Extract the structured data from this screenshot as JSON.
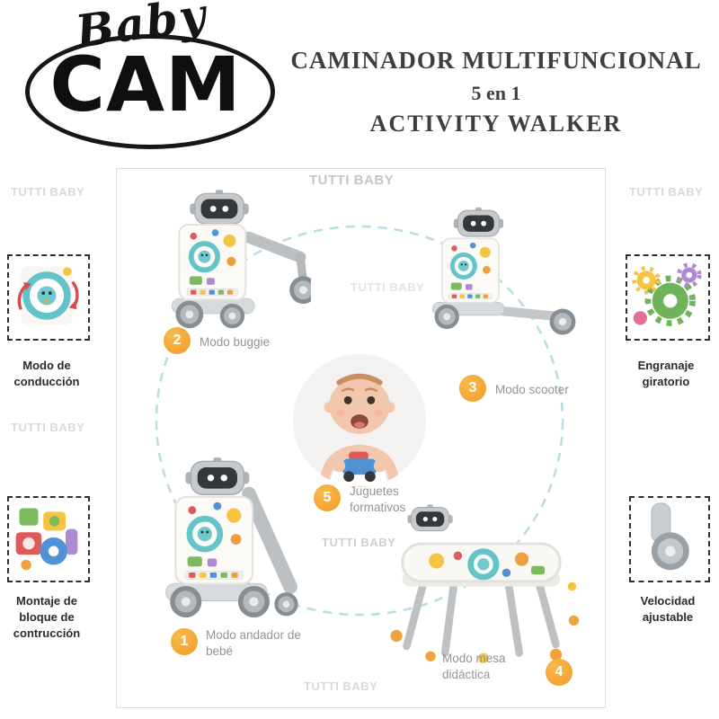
{
  "brand": {
    "script": "Baby",
    "name": "CAM"
  },
  "title": {
    "line1": "CAMINADOR  MULTIFUNCIONAL",
    "line2": "5 en 1",
    "line3": "ACTIVITY WALKER"
  },
  "watermark": "TUTTI BABY",
  "modes": {
    "walker": {
      "num": "1",
      "line1": "Modo andador de",
      "line2": "bebé"
    },
    "buggy": {
      "num": "2",
      "line1": "Modo buggie"
    },
    "scooter": {
      "num": "3",
      "line1": "Modo scooter"
    },
    "table": {
      "num": "4",
      "line1": "Modo mesa",
      "line2": "didáctica"
    },
    "toys": {
      "num": "5",
      "line1": "Juguetes",
      "line2": "formativos"
    }
  },
  "features": {
    "steering": {
      "line1": "Modo de",
      "line2": "conducción"
    },
    "blocks": {
      "line1": "Montaje de",
      "line2": "bloque de",
      "line3": "contrucción"
    },
    "gear": {
      "line1": "Engranaje",
      "line2": "giratorio"
    },
    "speed": {
      "line1": "Velocidad",
      "line2": "ajustable"
    }
  },
  "colors": {
    "accent_teal": "#65c4c8",
    "badge_orange": "#f4a42e",
    "label_gray": "#949494",
    "dashed_circle": "#b8dde2"
  }
}
